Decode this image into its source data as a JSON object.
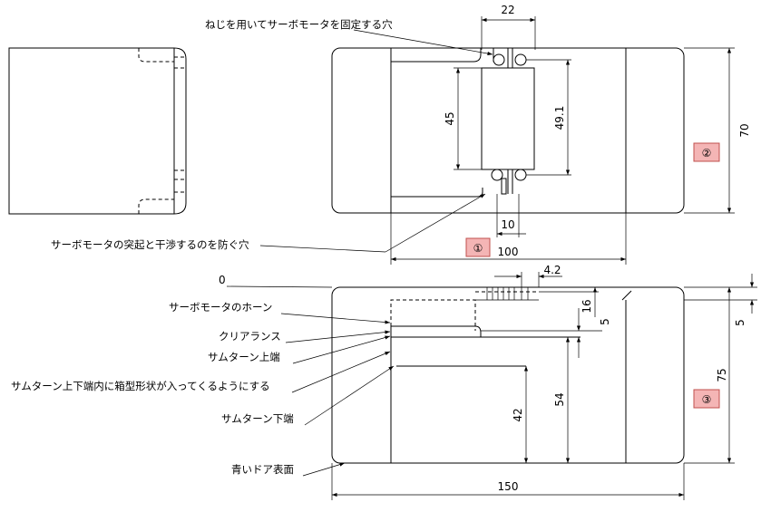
{
  "labels": {
    "screw_holes": "ねじを用いてサーボモータを固定する穴",
    "interference_hole": "サーボモータの突起と干渉するのを防ぐ穴",
    "servo_horn": "サーボモータのホーン",
    "clearance": "クリアランス",
    "thumb_top": "サムターン上端",
    "box_shape": "サムターン上下端内に箱型形状が入ってくるようにする",
    "thumb_bottom": "サムターン下端",
    "door_surface": "青いドア表面"
  },
  "dimensions": {
    "d22": "22",
    "d45": "45",
    "d49_1": "49.1",
    "d70": "70",
    "d10": "10",
    "d100": "100",
    "d4_2": "4.2",
    "d0": "0",
    "d16": "16",
    "d5a": "5",
    "d5b": "5",
    "d75": "75",
    "d42": "42",
    "d54": "54",
    "d150": "150"
  },
  "markers": {
    "m1": "①",
    "m2": "②",
    "m3": "③"
  },
  "colors": {
    "marker_fill": "#f4b5b5",
    "marker_stroke": "#c0504d"
  }
}
